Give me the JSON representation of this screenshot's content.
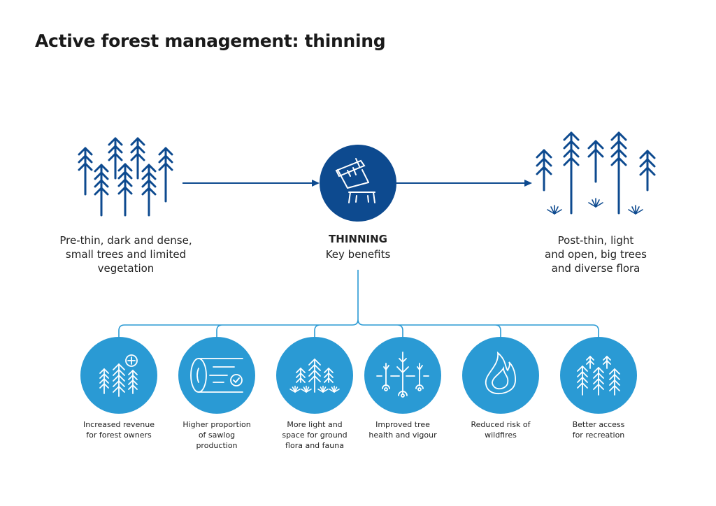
{
  "title": "Active forest management: thinning",
  "colors": {
    "dark_blue": "#0d4a8f",
    "light_blue": "#2a9ad4"
  },
  "pre_thin": {
    "icon": "dense-forest-icon",
    "lines": [
      "Pre-thin, dark and dense,",
      "small trees and limited",
      "vegetation"
    ]
  },
  "center": {
    "icon": "tree-stump-icon",
    "heading": "THINNING",
    "subheading": "Key benefits"
  },
  "post_thin": {
    "icon": "open-forest-icon",
    "lines": [
      "Post-thin, light",
      "and open, big trees",
      "and diverse flora"
    ]
  },
  "benefits": [
    {
      "icon": "trees-plus-icon",
      "lines": [
        "Increased revenue",
        "for forest owners"
      ]
    },
    {
      "icon": "sawlog-check-icon",
      "lines": [
        "Higher proportion",
        "of sawlog",
        "production"
      ]
    },
    {
      "icon": "trees-flora-icon",
      "lines": [
        "More light and",
        "space for ground",
        "flora and fauna"
      ]
    },
    {
      "icon": "tree-roots-icon",
      "lines": [
        "Improved tree",
        "health and vigour"
      ]
    },
    {
      "icon": "flame-icon",
      "lines": [
        "Reduced risk of",
        "wildfires"
      ]
    },
    {
      "icon": "forest-access-icon",
      "lines": [
        "Better access",
        "for recreation"
      ]
    }
  ]
}
